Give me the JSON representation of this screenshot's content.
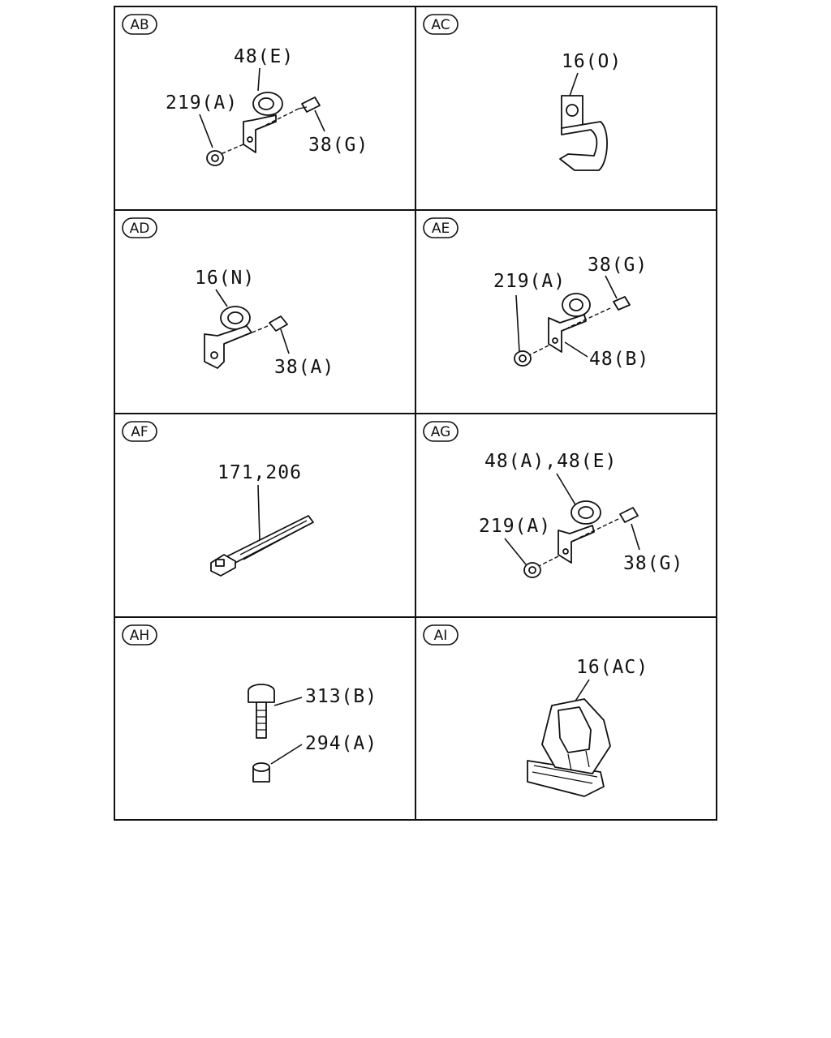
{
  "panels": [
    {
      "id": "AB",
      "labels": [
        "48(E)",
        "219(A)",
        "38(G)"
      ]
    },
    {
      "id": "AC",
      "labels": [
        "16(O)"
      ]
    },
    {
      "id": "AD",
      "labels": [
        "16(N)",
        "38(A)"
      ]
    },
    {
      "id": "AE",
      "labels": [
        "38(G)",
        "219(A)",
        "48(B)"
      ]
    },
    {
      "id": "AF",
      "labels": [
        "171,206"
      ]
    },
    {
      "id": "AG",
      "labels": [
        "48(A),48(E)",
        "219(A)",
        "38(G)"
      ]
    },
    {
      "id": "AH",
      "labels": [
        "313(B)",
        "294(A)"
      ]
    },
    {
      "id": "AI",
      "labels": [
        "16(AC)"
      ]
    }
  ]
}
